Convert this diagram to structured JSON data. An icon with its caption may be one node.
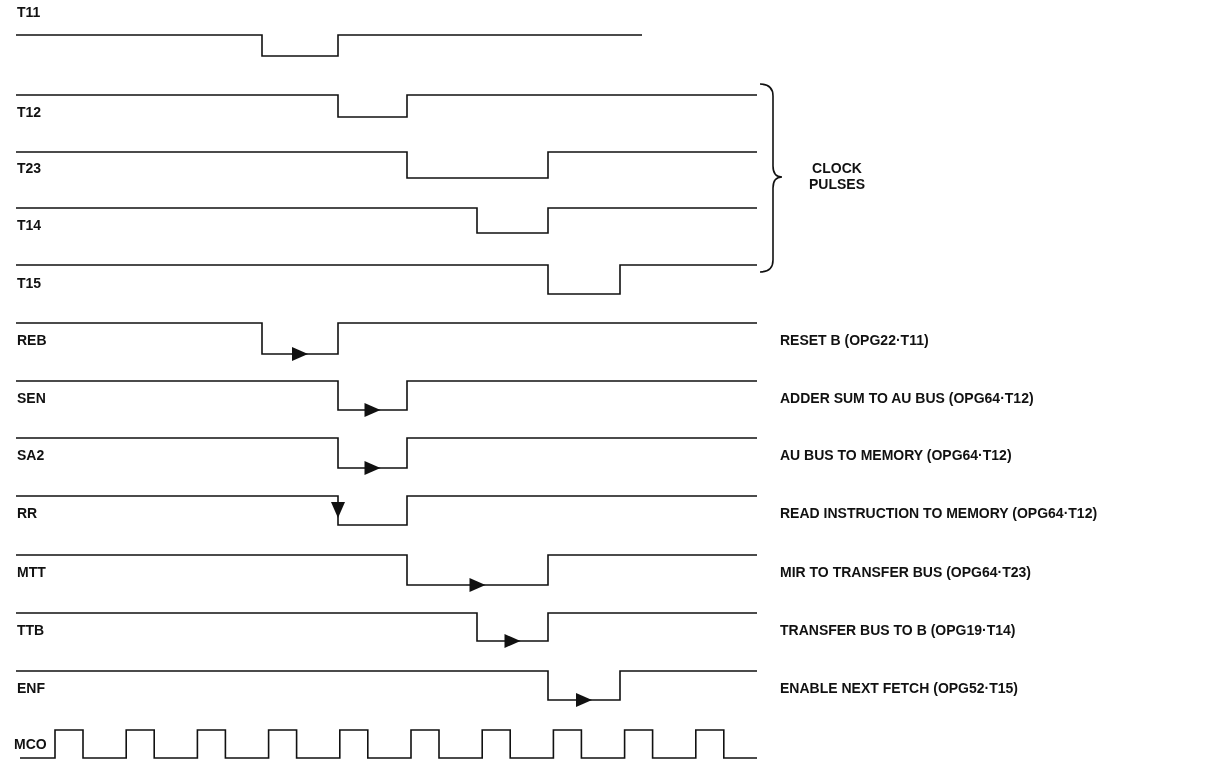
{
  "diagram": {
    "labels": [
      "T11",
      "T12",
      "T23",
      "T14",
      "T15",
      "CLOCK PULSES",
      "REB",
      "RESET B (OPG22·T11)",
      "SEN",
      "ADDER SUM TO AU BUS (OPG64·T12)",
      "SA2",
      "AU BUS TO MEMORY (OPG64·T12)",
      "RR",
      "READ INSTRUCTION TO MEMORY (OPG64·T12)",
      "MTT",
      "MIR TO TRANSFER BUS (OPG64·T23)",
      "TTB",
      "TRANSFER BUS TO B (OPG19·T14)",
      "ENF",
      "ENABLE NEXT FETCH (OPG52·T15)",
      "MCO"
    ]
  }
}
